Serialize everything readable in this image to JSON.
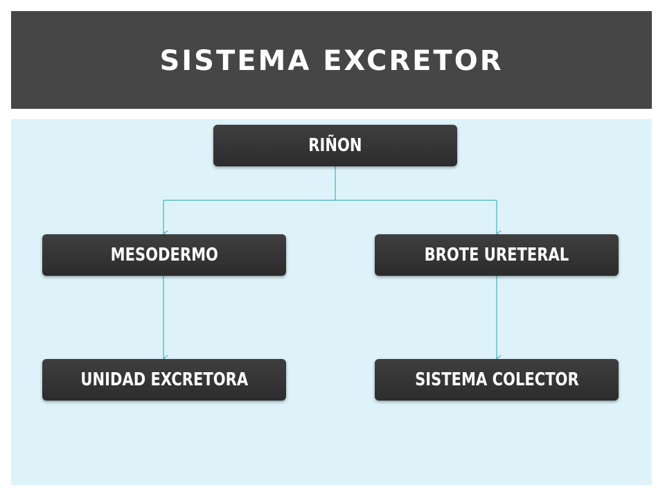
{
  "title": "SISTEMA EXCRETOR",
  "colors": {
    "title_bar": "#464646",
    "background": "#ddf3f9",
    "node_fill": "#333333",
    "connector": "#3cb4c4",
    "text": "#ffffff"
  },
  "diagram": {
    "root": {
      "label": "RIÑON"
    },
    "left_branch": {
      "label": "MESODERMO"
    },
    "right_branch": {
      "label": "BROTE URETERAL"
    },
    "left_leaf": {
      "label": "UNIDAD EXCRETORA"
    },
    "right_leaf": {
      "label": "SISTEMA COLECTOR"
    }
  }
}
